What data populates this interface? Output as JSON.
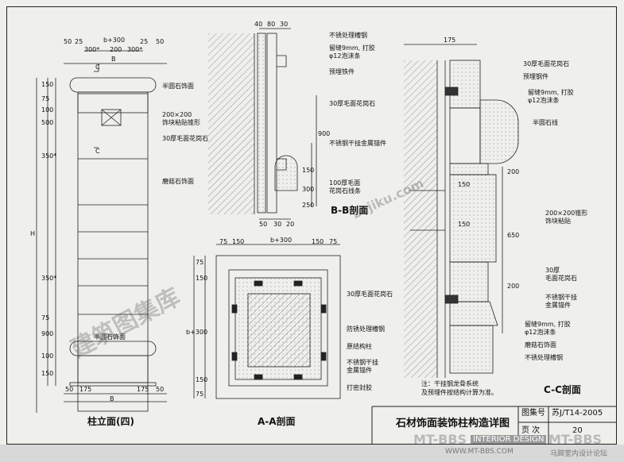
{
  "elevation": {
    "title": "柱立面(四)",
    "top_dims": [
      "50",
      "25",
      "b+300",
      "25",
      "50"
    ],
    "sub_dims": [
      "300*",
      "200",
      "300*"
    ],
    "left_dims": [
      "150",
      "75",
      "100",
      "500",
      "350*",
      "350*",
      "75",
      "100",
      "150",
      "900"
    ],
    "bottom_dims": [
      "50",
      "175",
      "175",
      "50"
    ],
    "width_label": "B",
    "height_label": "H",
    "section_marks": [
      "C",
      "C"
    ],
    "callouts": [
      "半圆石饰面",
      "200×200\n饰块粘贴锥形",
      "30厚毛面花岗石",
      "磨菇石饰面",
      "半圆石饰面"
    ]
  },
  "bb": {
    "title": "B-B剖面",
    "top_dims": [
      "40",
      "80",
      "30"
    ],
    "bottom_dims": [
      "50",
      "30",
      "20"
    ],
    "side_dims": [
      "900",
      "150",
      "300",
      "250"
    ],
    "callouts": [
      "不锈处理槽钢",
      "留缝9mm, 打胶\nφ12泡沫条",
      "预埋铁件",
      "30厚毛面花岗石",
      "不锈钢干挂金属锚件",
      "100厚毛面\n花岗石线条"
    ]
  },
  "aa": {
    "title": "A-A剖面",
    "top_dims": [
      "75",
      "150",
      "b+300",
      "150",
      "75"
    ],
    "left_dims": [
      "75",
      "150",
      "b+300",
      "150",
      "75"
    ],
    "callouts": [
      "30厚毛面花岗石",
      "防锈处理槽钢",
      "原结构柱",
      "不锈钢干挂\n金属锚件",
      "打密封胶"
    ]
  },
  "cc": {
    "title": "C-C剖面",
    "top_dim": "175",
    "dims": [
      "150",
      "200",
      "150",
      "650",
      "200"
    ],
    "callouts": [
      "30厚毛面花岗石",
      "预埋钢件",
      "留缝9mm, 打胶\nφ12泡沫条",
      "半圆石线",
      "200×200锥形\n饰块粘贴",
      "30厚\n毛面花岗石",
      "不锈钢干挂\n金属锚件",
      "留缝9mm, 打胶\nφ12泡沫条",
      "磨菇石饰面",
      "不锈处理槽钢"
    ],
    "note": "注：干挂钢龙骨系统\n及预埋件按结构计算为准。"
  },
  "titleblock": {
    "drawing_title": "石材饰面装饰柱构造详图",
    "atlas_label": "图集号",
    "atlas_code": "苏J/T14-2005",
    "page_label": "页 次",
    "page_no": "20"
  },
  "watermarks": [
    "建筑图集库",
    "zujiku.com"
  ],
  "footer": {
    "left_text": "MT-BBS",
    "mid_text": "INTERIOR DESIGN",
    "url": "WWW.MT-BBS.COM",
    "right_brand": "MT-BBS",
    "right_cn": "马蹄室内设计论坛"
  }
}
